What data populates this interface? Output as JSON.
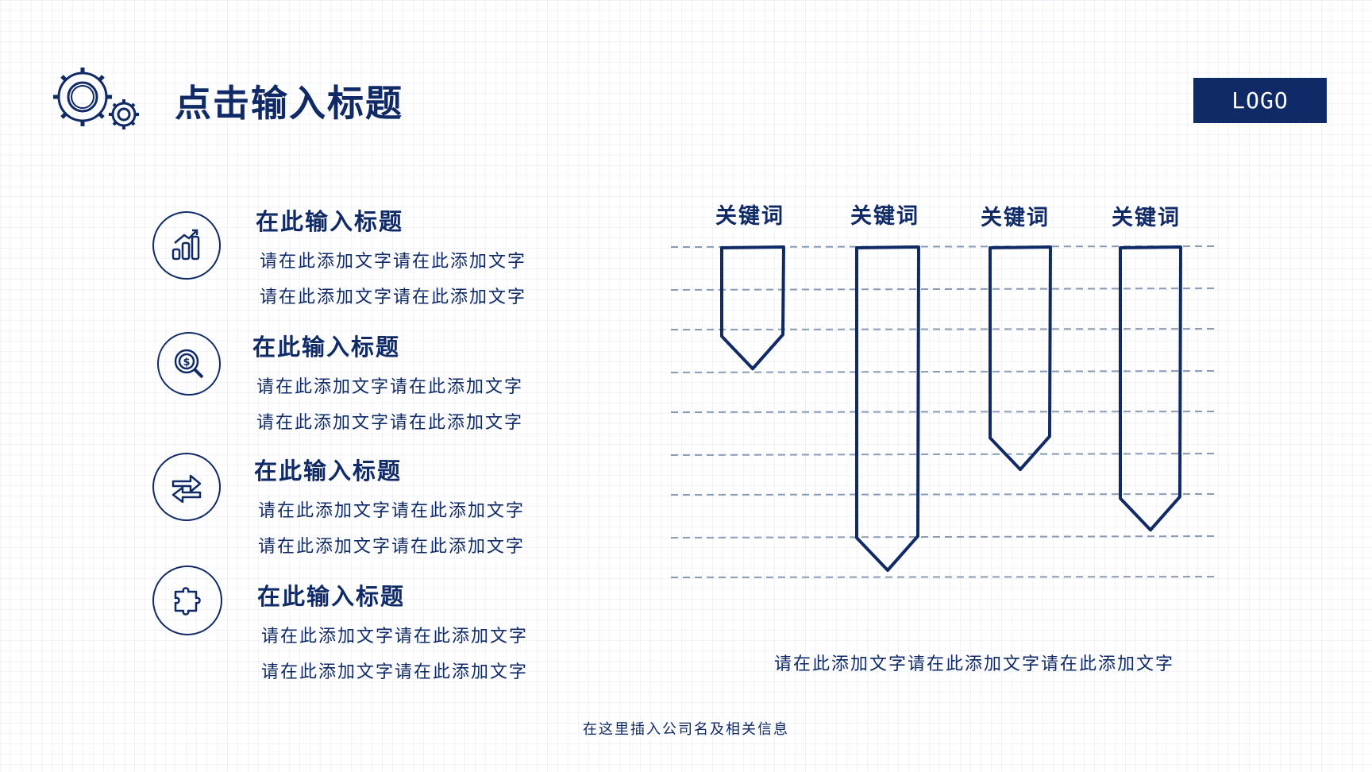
{
  "header": {
    "title": "点击输入标题",
    "logo": "LOGO",
    "decor_icon": "gears-icon"
  },
  "items": [
    {
      "icon": "bar-chart-growth-icon",
      "title": "在此输入标题",
      "lines": [
        "请在此添加文字请在此添加文字",
        "请在此添加文字请在此添加文字"
      ]
    },
    {
      "icon": "money-search-icon",
      "title": "在此输入标题",
      "lines": [
        "请在此添加文字请在此添加文字",
        "请在此添加文字请在此添加文字"
      ]
    },
    {
      "icon": "exchange-arrows-icon",
      "title": "在此输入标题",
      "lines": [
        "请在此添加文字请在此添加文字",
        "请在此添加文字请在此添加文字"
      ]
    },
    {
      "icon": "puzzle-icon",
      "title": "在此输入标题",
      "lines": [
        "请在此添加文字请在此添加文字",
        "请在此添加文字请在此添加文字"
      ]
    }
  ],
  "chart_data": {
    "type": "bar",
    "orientation": "downward",
    "categories": [
      "关键词",
      "关键词",
      "关键词",
      "关键词"
    ],
    "values": [
      3,
      8,
      5.5,
      7
    ],
    "ylim": [
      0,
      8
    ],
    "grid": true,
    "title": "",
    "xlabel": "",
    "ylabel": ""
  },
  "chart_caption": "请在此添加文字请在此添加文字请在此添加文字",
  "footer": "在这里插入公司名及相关信息",
  "colors": {
    "primary": "#0f2a66",
    "gridline": "#8a9bb5",
    "background": "#ffffff"
  }
}
